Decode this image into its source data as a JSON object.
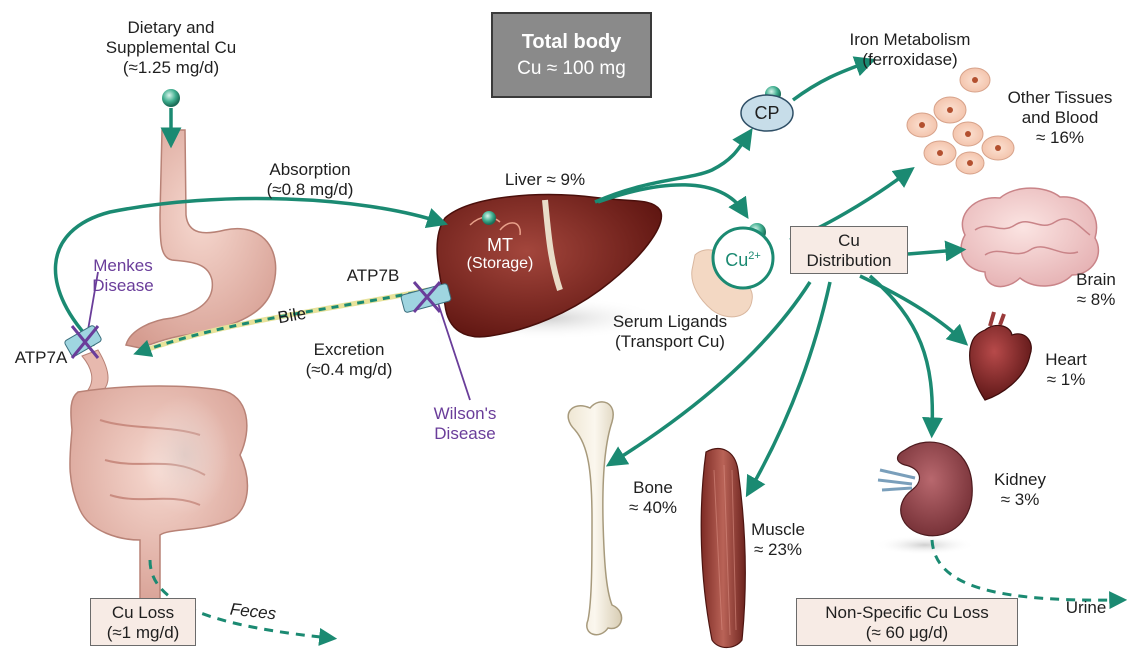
{
  "total_body": {
    "title": "Total body",
    "value": "Cu ≈ 100 mg"
  },
  "intake": {
    "line1": "Dietary and",
    "line2": "Supplemental Cu",
    "line3": "(≈1.25 mg/d)"
  },
  "absorption": {
    "line1": "Absorption",
    "line2": "(≈0.8 mg/d)"
  },
  "liver": {
    "label": "Liver ≈ 9%",
    "mt": "MT",
    "storage": "(Storage)"
  },
  "menkes": {
    "line1": "Menkes",
    "line2": "Disease"
  },
  "atp7a": "ATP7A",
  "atp7b": "ATP7B",
  "bile": "Bile",
  "excretion": {
    "line1": "Excretion",
    "line2": "(≈0.4 mg/d)"
  },
  "wilson": {
    "line1": "Wilson's",
    "line2": "Disease"
  },
  "cu_loss": {
    "line1": "Cu Loss",
    "line2": "(≈1 mg/d)"
  },
  "feces": "Feces",
  "cp": "CP",
  "iron": {
    "line1": "Iron Metabolism",
    "line2": "(ferroxidase)"
  },
  "cu2": "Cu",
  "cu2_sup": "2+",
  "serum": {
    "line1": "Serum Ligands",
    "line2": "(Transport Cu)"
  },
  "distribution": {
    "line1": "Cu",
    "line2": "Distribution"
  },
  "other_tissues": {
    "line1": "Other Tissues",
    "line2": "and Blood",
    "line3": "≈ 16%"
  },
  "brain": {
    "line1": "Brain",
    "line2": "≈ 8%"
  },
  "heart": {
    "line1": "Heart",
    "line2": "≈ 1%"
  },
  "kidney": {
    "line1": "Kidney",
    "line2": "≈ 3%"
  },
  "bone": {
    "line1": "Bone",
    "line2": "≈ 40%"
  },
  "muscle": {
    "line1": "Muscle",
    "line2": "≈ 23%"
  },
  "nonspecific": {
    "line1": "Non-Specific Cu Loss",
    "line2": "(≈ 60 μg/d)"
  },
  "urine": "Urine",
  "colors": {
    "arrow": "#1b8a72",
    "purple": "#6a3d9a",
    "liver": "#7a1f1a",
    "box": "#f7ebe5"
  }
}
